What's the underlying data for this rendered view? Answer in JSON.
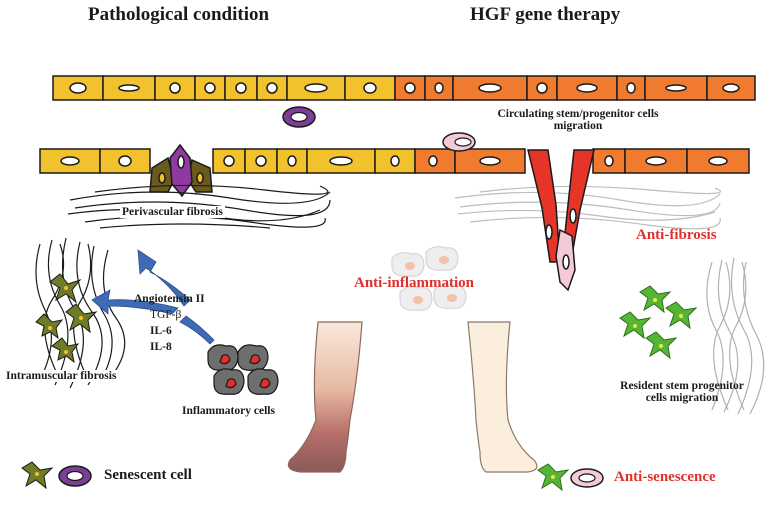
{
  "titles": {
    "left": "Pathological condition",
    "right": "HGF gene therapy"
  },
  "labels": {
    "circulating": "Circulating stem/progenitor cells migration",
    "perivascular": "Perivascular fibrosis",
    "intramuscular": "Intramuscular fibrosis",
    "inflammatory": "Inflammatory cells",
    "resident": "Resident stem progenitor cells migration",
    "senescent": "Senescent cell"
  },
  "cytokines": [
    "Angiotensin II",
    "TGF-β",
    "IL-6",
    "IL-8"
  ],
  "effects": {
    "anti_fibrosis": "Anti-fibrosis",
    "anti_inflammation": "Anti-inflammation",
    "anti_senescence": "Anti-senescence"
  },
  "colors": {
    "diseased_endothelium": "#f2c12e",
    "treated_endothelium": "#f07a2e",
    "senescent_cell": "#7b3f98",
    "pericyte": "#6b5a1e",
    "fibrosis_lines": "#1a1a1a",
    "resolved_fibrosis": "#bdbdbd",
    "arrow": "#3e6bb8",
    "progenitor_cell": "#e53428",
    "stem_cell_green": "#55b534",
    "inflammatory_cell": "#6e6e6e",
    "effect_text": "#e0302b"
  },
  "icons": [
    "vessel-wall",
    "leg-diseased",
    "leg-healthy",
    "senescent-cell-icon",
    "stem-cell-icon",
    "inflammatory-cell-icon"
  ]
}
